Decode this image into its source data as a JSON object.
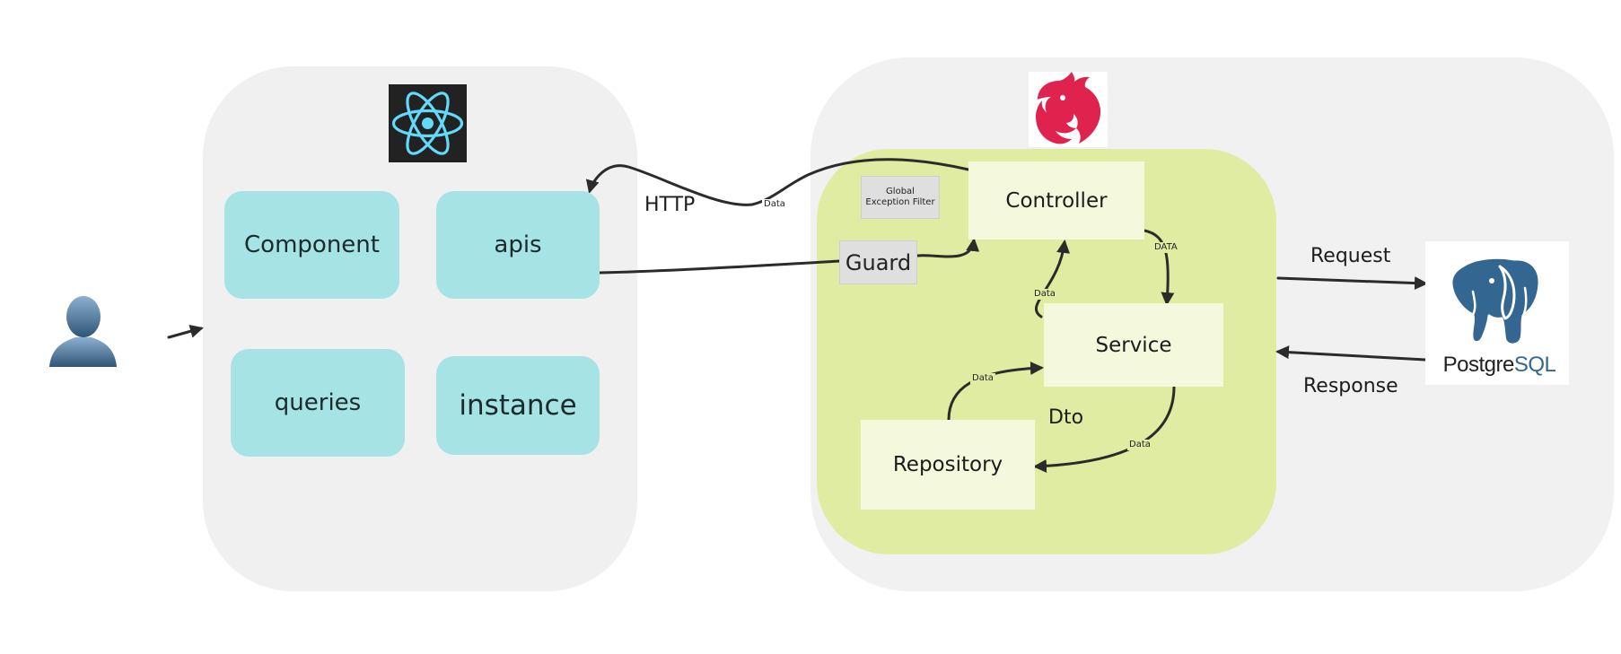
{
  "colors": {
    "frontend_region": "#f0f0f0",
    "backend_region": "#f1f1f1",
    "nest_region": "#e0eca2",
    "module_box": "#a6e3e5",
    "layer_box": "#f4f8dd",
    "arrow": "#2b2b2b",
    "react_bg": "#222222",
    "react_atom": "#61dafb",
    "nest_red": "#e0234e",
    "postgres_blue": "#336791"
  },
  "icons": {
    "user": "user-silhouette-icon",
    "react": "react-logo-icon",
    "nest": "nestjs-logo-icon",
    "postgres": "postgresql-elephant-icon"
  },
  "frontend": {
    "modules": {
      "component": "Component",
      "apis": "apis",
      "queries": "queries",
      "instance": "instance"
    }
  },
  "backend": {
    "global_filter": "Global Exception Filter",
    "guard": "Guard",
    "controller": "Controller",
    "service": "Service",
    "repository": "Repository",
    "dto": "Dto"
  },
  "database": {
    "name_a": "Postgre",
    "name_b": "SQL"
  },
  "edges": {
    "http": "HTTP",
    "data_http": "Data",
    "data_controller_service": "DATA",
    "data_service_controller": "Data",
    "data_repo_service": "Data",
    "data_service_repo": "Data",
    "request": "Request",
    "response": "Response"
  }
}
